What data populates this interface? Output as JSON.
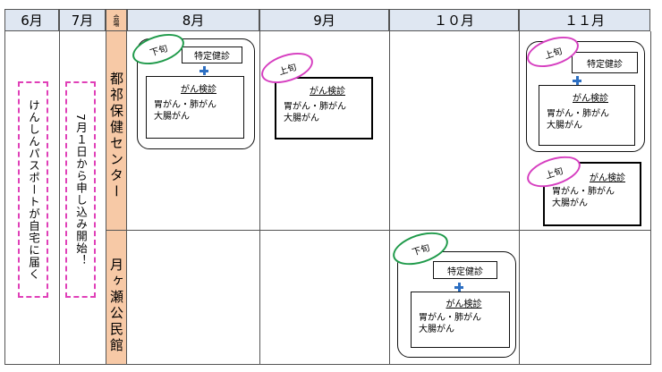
{
  "header": {
    "june": "6月",
    "july": "7月",
    "venue_head": "会場",
    "aug": "8月",
    "sep": "9月",
    "oct": "１０月",
    "nov": "１１月"
  },
  "notes": {
    "june": "けんしんパスポートが自宅に届く",
    "july": "7月１日から申し込み開始！"
  },
  "venues": {
    "hoken": "都祁保健センター",
    "tsukigase": "月ヶ瀬公民館"
  },
  "labels": {
    "gejun": "下旬",
    "jojun": "上旬",
    "tokutei": "特定健診",
    "gan_title": "がん検診",
    "gan_line1": "胃がん・肺がん",
    "gan_line2": "大腸がん"
  },
  "colors": {
    "header_bg": "#dfe7f2",
    "venue_bg": "#f7c9a6",
    "note_border": "#e040b8",
    "late_oval": "#1f9a4a",
    "early_oval": "#d63ec0",
    "plus": "#2d6fc2"
  },
  "icons": {
    "plus": "plus-icon"
  }
}
